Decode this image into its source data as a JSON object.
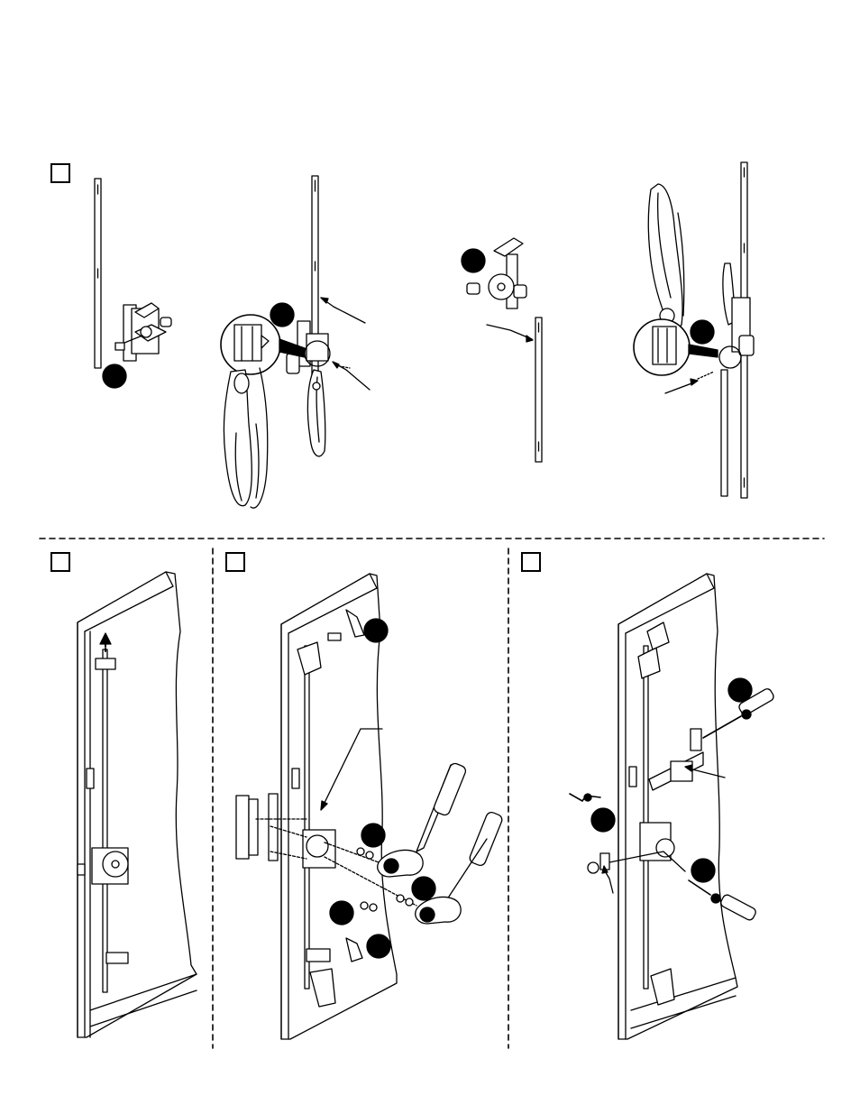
{
  "figure": {
    "steps": [
      {
        "id": "step-1",
        "label": ""
      },
      {
        "id": "step-2",
        "label": ""
      },
      {
        "id": "step-3",
        "label": ""
      },
      {
        "id": "step-4",
        "label": ""
      }
    ],
    "callouts": [],
    "tools": [
      "pliers-icon",
      "ratchet-wrench-icon",
      "screwdriver-icon",
      "hex-key-icon"
    ],
    "colors": {
      "line": "#000000",
      "fill": "#ffffff",
      "callout": "#000000"
    }
  }
}
